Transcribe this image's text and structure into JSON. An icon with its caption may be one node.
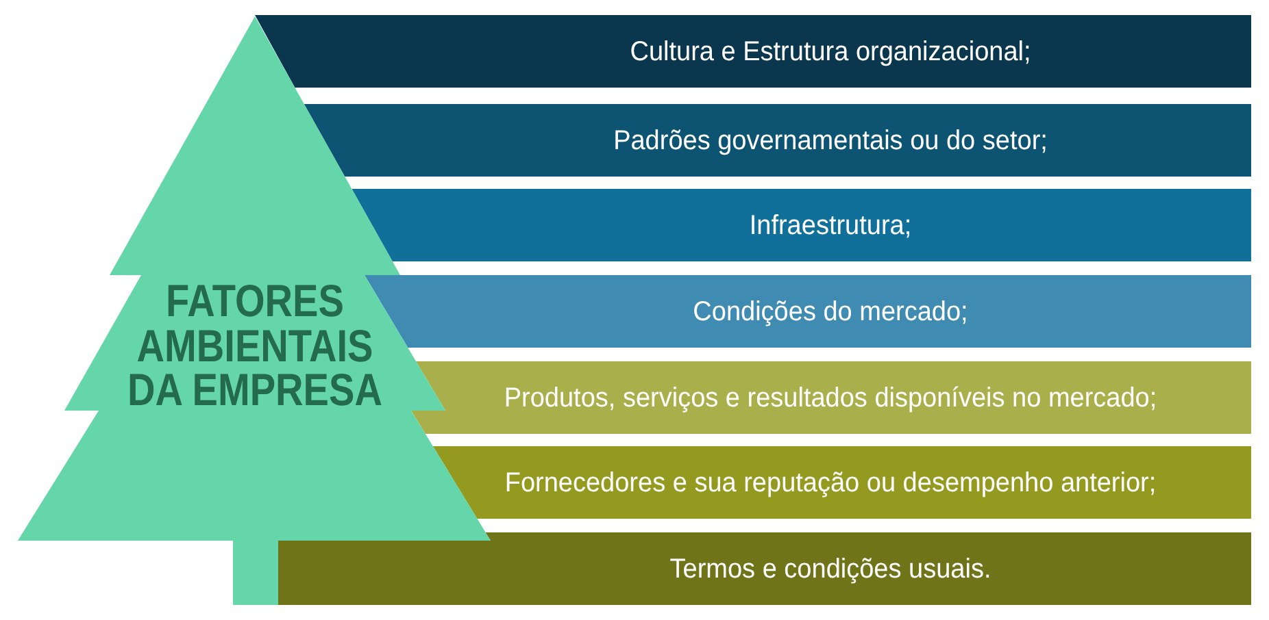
{
  "diagram": {
    "nodes": [
      {
        "text": [
          "FATORES AMBIENTAIS DA EMPRESA"
        ]
      },
      {
        "text": [
          "Cultura e Estrutura organizacional;"
        ]
      },
      {
        "text": [
          "Padrões governamentais ou do setor;"
        ]
      },
      {
        "text": [
          "Infraestrutura;"
        ]
      },
      {
        "text": [
          "Condições do mercado;"
        ]
      },
      {
        "text": [
          "Produtos, serviços e resultados disponíveis no mercado;"
        ]
      },
      {
        "text": [
          "Fornecedores e sua reputação ou desempenho anterior;"
        ]
      },
      {
        "text": [
          "Termos e condições usuais."
        ]
      }
    ]
  }
}
